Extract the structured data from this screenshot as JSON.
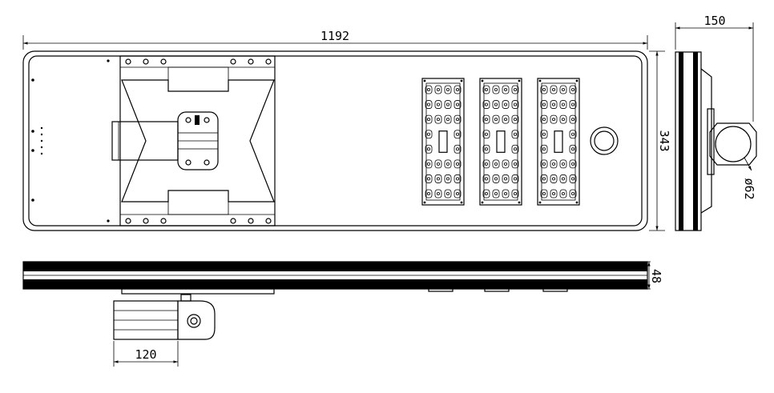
{
  "dimensions": {
    "overall_length": "1192",
    "overall_width": "343",
    "side_depth": "150",
    "pole_diameter": "ø62",
    "body_thickness": "48",
    "bracket_length": "120"
  },
  "led_modules": {
    "count": 3,
    "rows": 8,
    "cols": 4
  },
  "colors": {
    "line": "#000000",
    "background": "#ffffff"
  }
}
